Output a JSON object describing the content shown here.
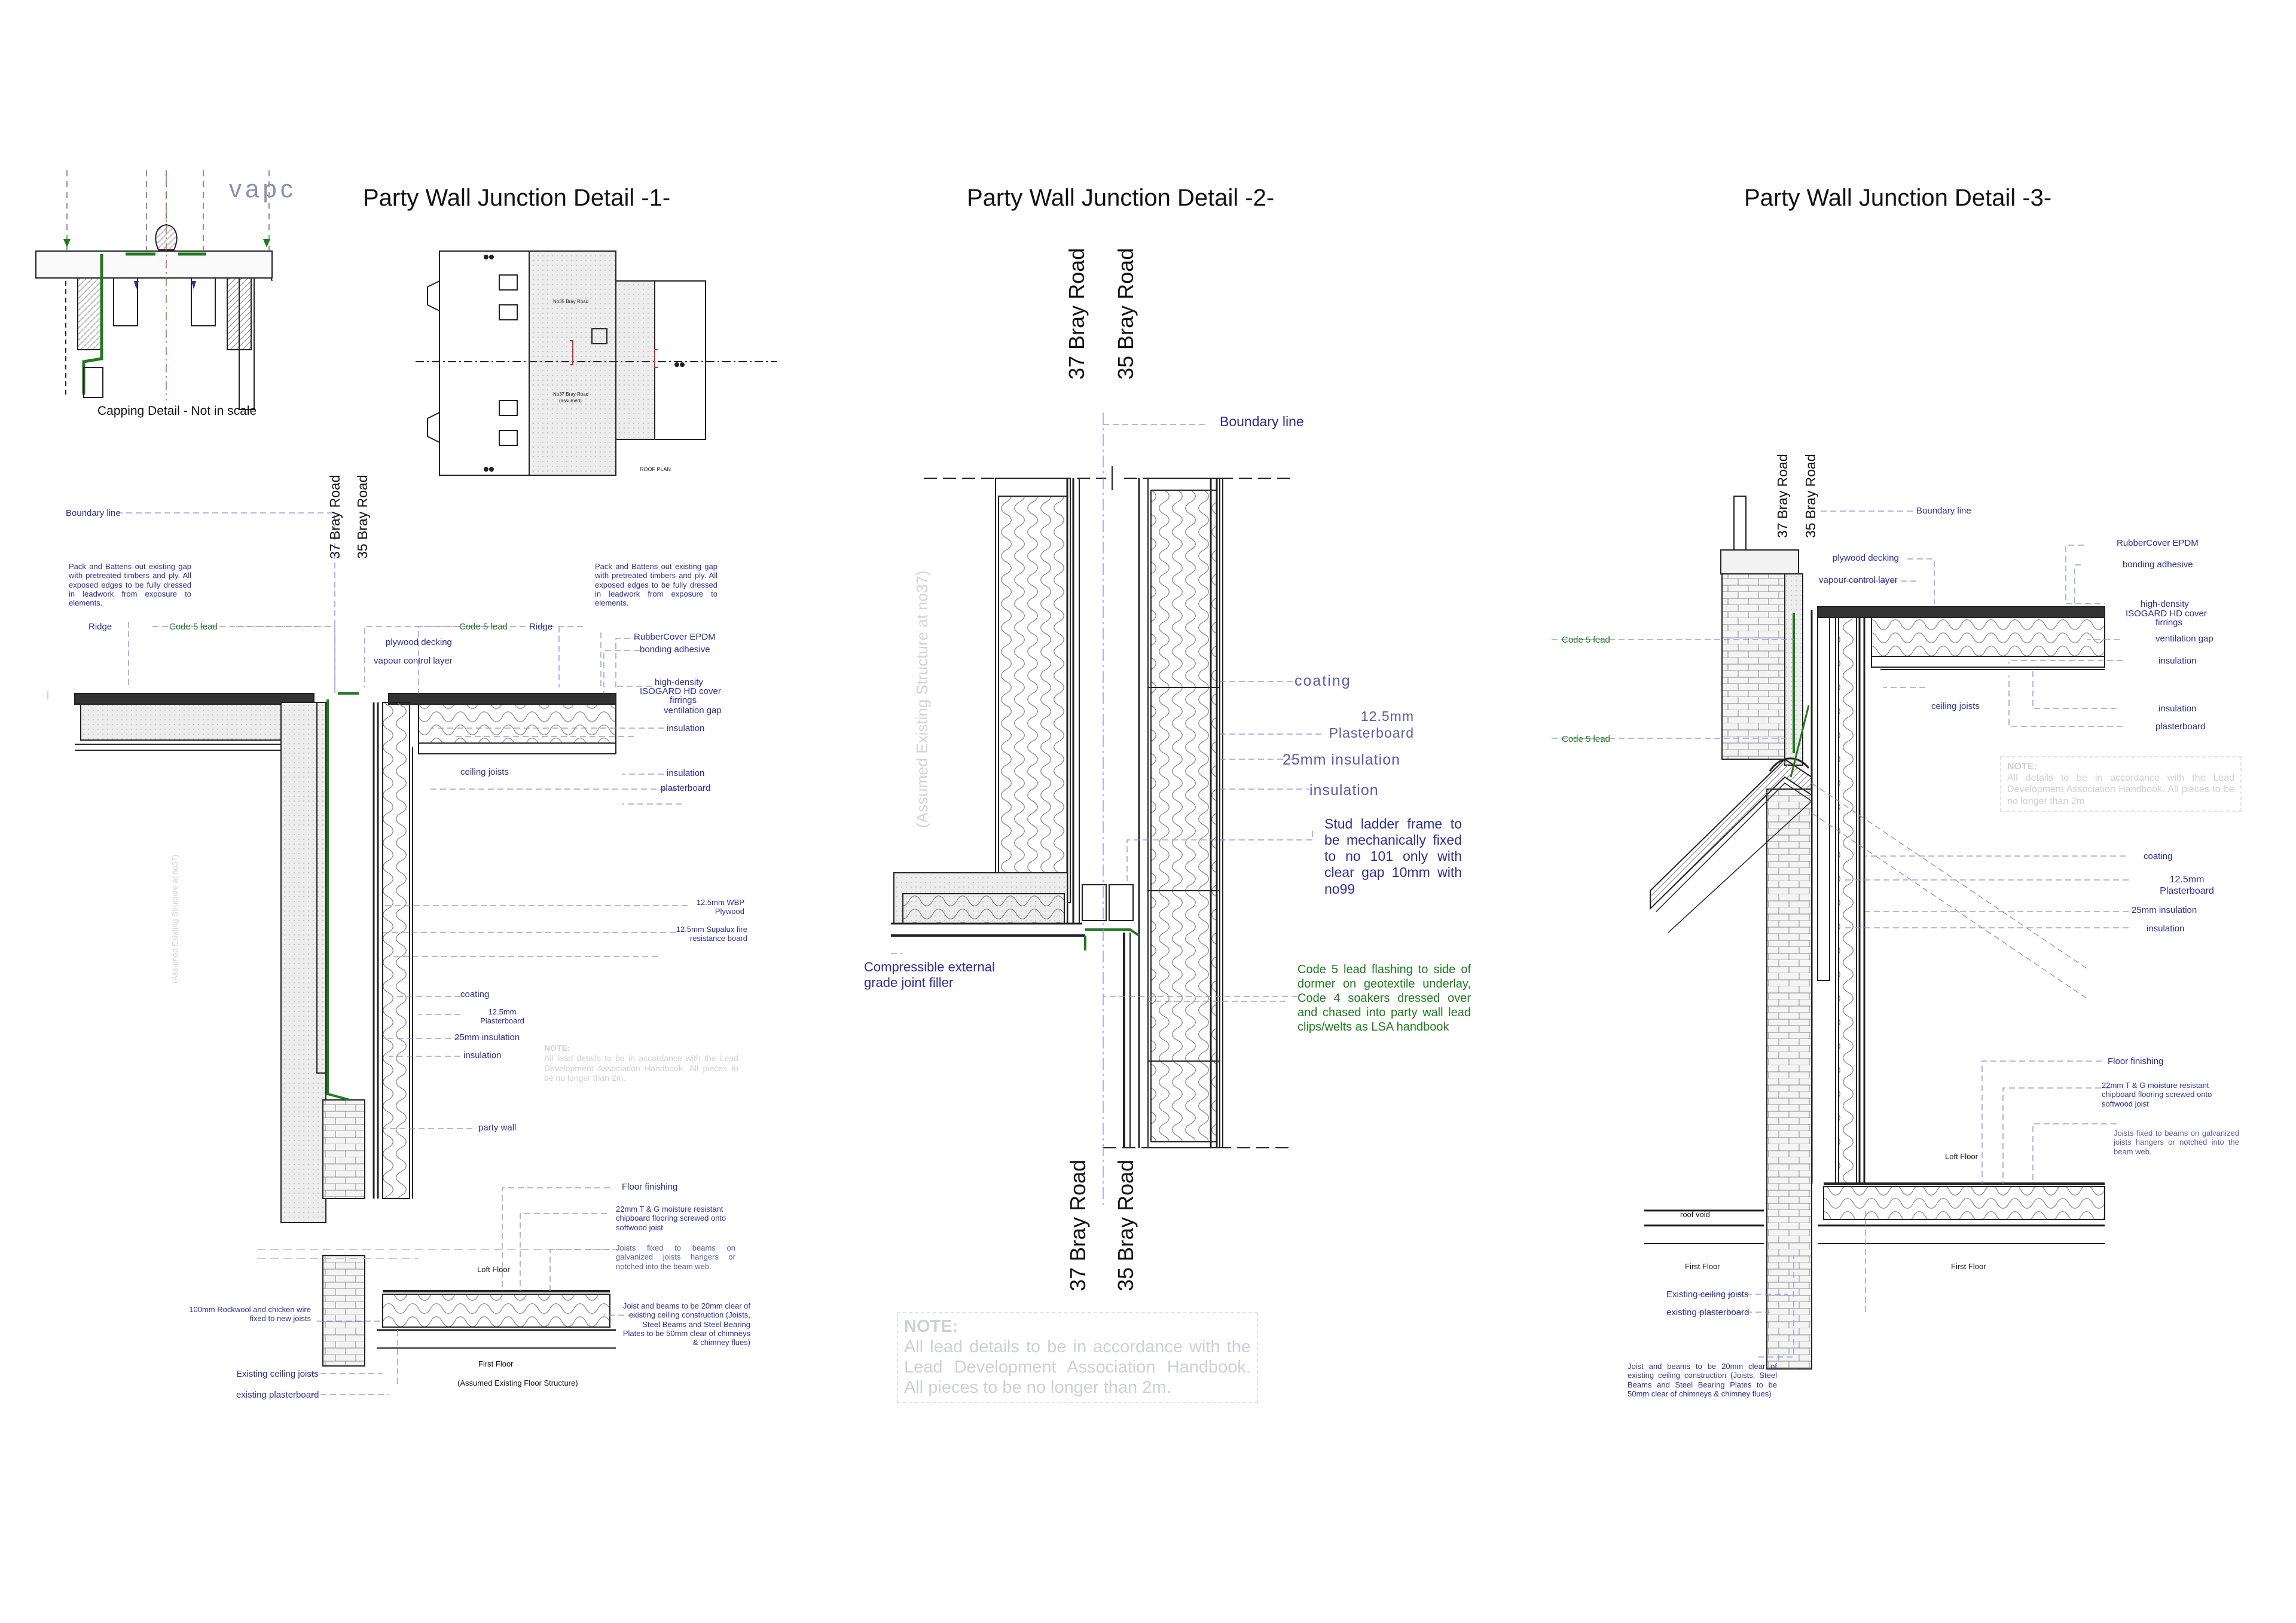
{
  "sheet": {
    "capping_label": "Capping Detail - Not in scale",
    "vapc_label": "vapc",
    "roof_plan": {
      "label": "ROOF PLAN",
      "house_top": "No35 Bray Road",
      "house_bottom": "No37 Bray Road",
      "house_bottom_note": "(assumed)"
    }
  },
  "detail1": {
    "title": "Party Wall Junction Detail -1-",
    "road_37": "37 Bray Road",
    "road_35": "35 Bray Road",
    "boundary": "Boundary line",
    "pack_left": "Pack and Battens out existing gap with pretreated timbers and ply. All exposed edges to be fully dressed in leadwork from exposure to elements.",
    "pack_right": "Pack and Battens out existing gap with pretreated timbers and ply. All exposed edges to be fully dressed in leadwork from exposure to elements.",
    "ridge_left": "Ridge",
    "code5_left": "Code 5 lead",
    "code5_mid": "Code 5 lead",
    "ridge_right": "Ridge",
    "plywood": "plywood decking",
    "vcl": "vapour control layer",
    "rubber": "RubberCover EPDM",
    "bonding": "bonding adhesive",
    "hd1": "high-density",
    "hd2": "ISOGARD HD cover",
    "firrings": "firrings",
    "vent": "ventilation gap",
    "insulation_a": "insulation",
    "ceiling_joists": "ceiling joists",
    "insulation_b": "insulation",
    "plasterboard": "plasterboard",
    "wbp": "12.5mm WBP Plywood",
    "supalux": "12.5mm Supalux fire resistance board",
    "coating": "coating",
    "pb125": "12.5mm Plasterboard",
    "ins25": "25mm insulation",
    "insulation_c": "insulation",
    "note_head": "NOTE:",
    "note_body": "All lead details to be in accordance with the Lead Development Association Handbook. All pieces to be no longer than 2m.",
    "party_wall": "party wall",
    "ghost_text": "(Assumed Existing Structure at no37)",
    "floor_finishing": "Floor finishing",
    "chipboard": "22mm T & G moisture resistant chipboard flooring screwed onto softwood joist",
    "joists_fixed": "Joists fixed to beams on galvanized joists hangers or notched into the beam web.",
    "loft_floor": "Loft Floor",
    "joist_beams": "Joist and beams to be 20mm clear of existing ceiling construction (Joists, Steel Beams and Steel Bearing Plates to be 50mm clear of chimneys & chimney flues)",
    "rockwool": "100mm Rockwool and chicken wire fixed to new joists",
    "first_floor": "First Floor",
    "existing_joists": "Existing ceiling joists",
    "existing_pb": "existing plasterboard",
    "assumed_floor": "(Assumed Existing Floor Structure)"
  },
  "detail2": {
    "title": "Party Wall Junction Detail -2-",
    "road_37_top": "37 Bray Road",
    "road_35_top": "35 Bray Road",
    "road_37_bottom": "37 Bray Road",
    "road_35_bottom": "35 Bray Road",
    "boundary": "Boundary line",
    "coating": "coating",
    "pb125": "12.5mm Plasterboard",
    "ins25": "25mm insulation",
    "insulation": "insulation",
    "stud": "Stud ladder frame to be mechanically fixed to no 101 only with clear gap 10mm with no99",
    "compressible": "Compressible external grade joint filler",
    "code5": "Code 5 lead flashing to side of dormer on geotextile underlay, Code 4 soakers dressed over and chased into party wall lead clips/welts as LSA handbook",
    "ghost_text": "(Assumed Existing Structure at no37)",
    "note_head": "NOTE:",
    "note_body": "All lead details to be in accordance with the Lead Development Association Handbook. All pieces to be no longer than 2m."
  },
  "detail3": {
    "title": "Party Wall Junction Detail -3-",
    "road_37": "37 Bray Road",
    "road_35": "35 Bray Road",
    "boundary": "Boundary line",
    "rubber": "RubberCover EPDM",
    "plywood": "plywood decking",
    "bonding": "bonding adhesive",
    "vcl": "vapour control layer",
    "hd1": "high-density",
    "hd2": "ISOGARD HD cover",
    "firrings": "firrings",
    "vent": "ventilation gap",
    "code5_a": "Code 5 lead",
    "insulation_a": "insulation",
    "ceiling_joists": "ceiling joists",
    "insulation_b": "insulation",
    "plasterboard": "plasterboard",
    "code5_b": "Code 5 lead",
    "note_head": "NOTE:",
    "note_body": "All details to be in accordance with the Lead Development Association Handbook. All pieces to be no longer than 2m",
    "coating": "coating",
    "pb125": "12.5mm Plasterboard",
    "ins25": "25mm insulation",
    "insulation_c": "insulation",
    "floor_finishing": "Floor finishing",
    "chipboard": "22mm T & G moisture resistant chipboard flooring screwed onto softwood joist",
    "joists_fixed": "Joists fixed to beams on galvanized joists hangers or notched into the beam web.",
    "loft_floor": "Loft Floor",
    "roof_void": "roof void",
    "first_floor_left": "First Floor",
    "first_floor_right": "First Floor",
    "existing_joists": "Existing ceiling joists",
    "existing_pb": "existing plasterboard",
    "joist_beams": "Joist and beams to be 20mm clear of existing ceiling construction (Joists, Steel Beams and Steel Bearing Plates to be 50mm clear of chimneys & chimney flues)"
  },
  "colors": {
    "annotation": "#2d2f8f",
    "lead": "#1f7a1f",
    "linework": "#222222",
    "leader": "#8c8cc8"
  }
}
